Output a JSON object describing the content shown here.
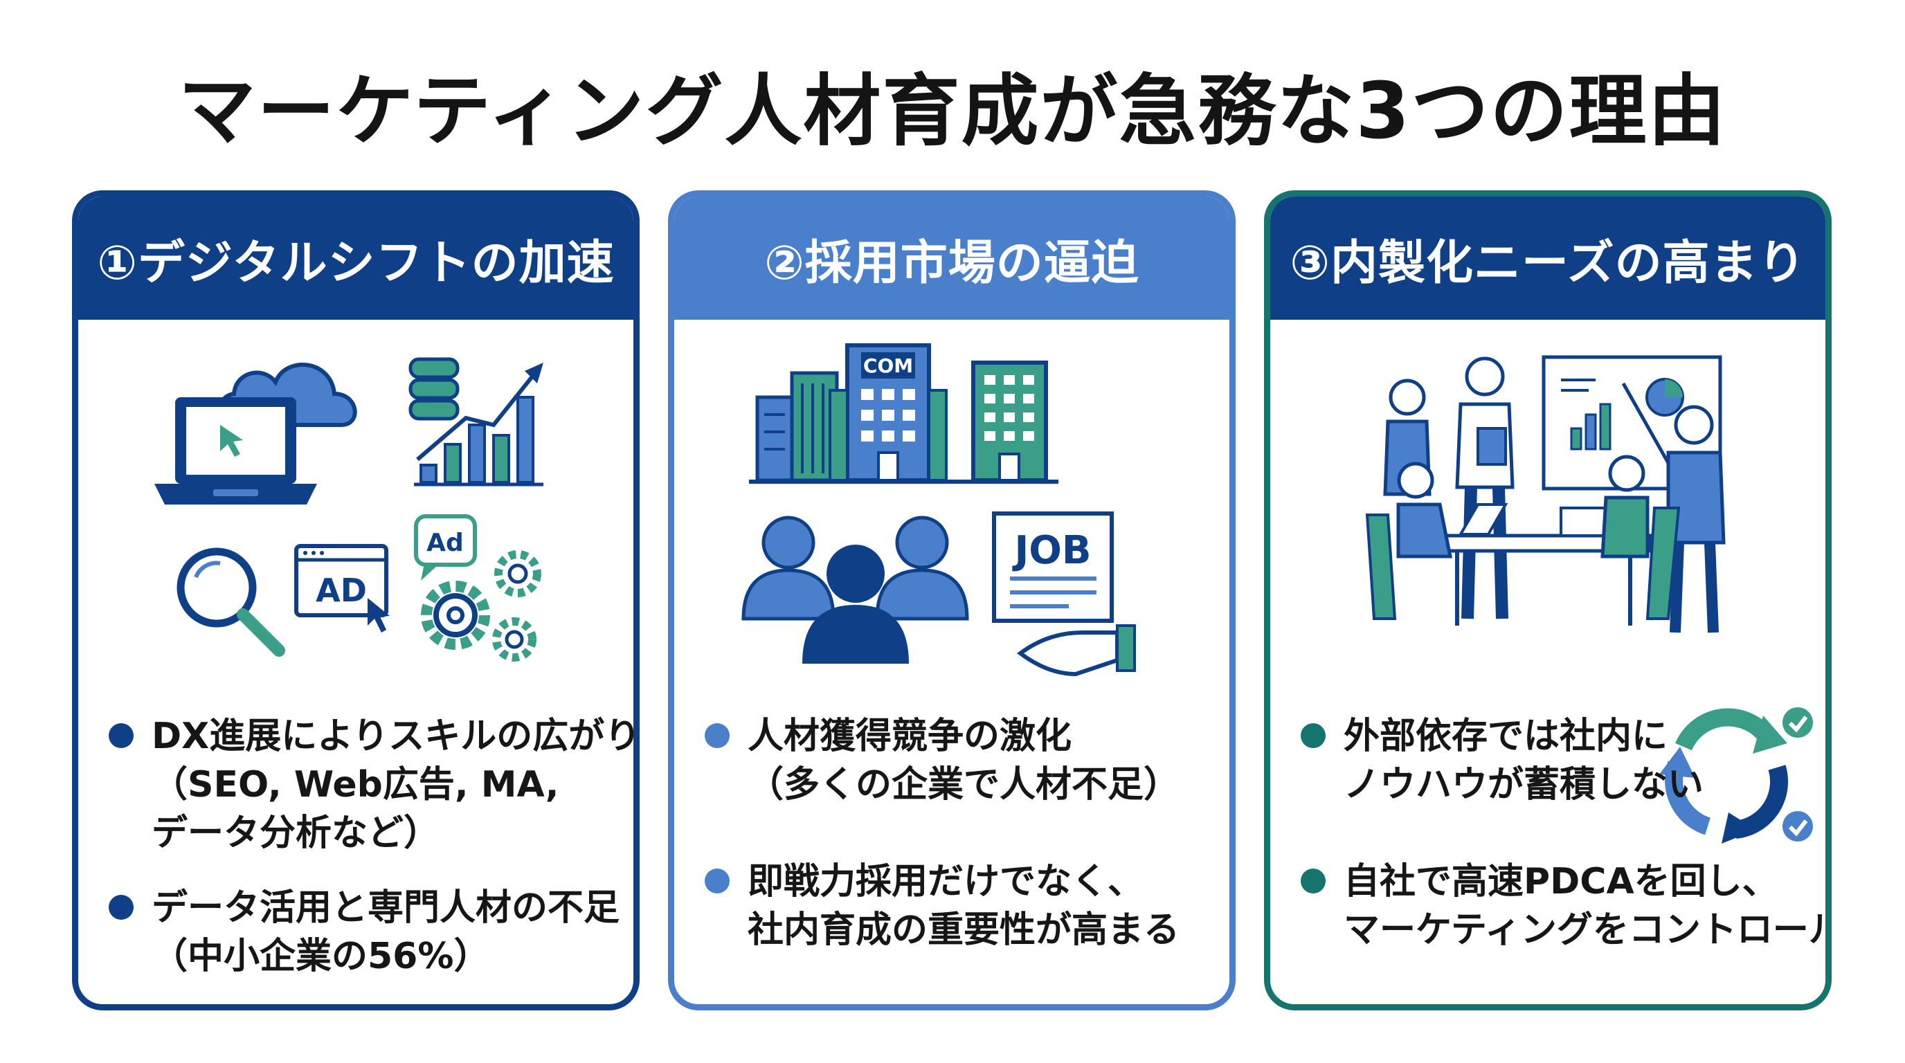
{
  "title": "マーケティング人材育成が急務な3つの理由",
  "colors": {
    "navy": "#0f3f86",
    "blue": "#4a7fcc",
    "teal": "#3a9e88",
    "dark_teal": "#16746f"
  },
  "cards": [
    {
      "header": "①デジタルシフトの加速",
      "icons": [
        "laptop-icon",
        "cloud-icon",
        "database-icon",
        "growth-chart-icon",
        "search-icon",
        "ad-window-icon",
        "ad-speech-bubble-icon",
        "gears-icon"
      ],
      "illustration_text": {
        "ad_window": "AD",
        "ad_bubble": "Ad"
      },
      "bullets": [
        {
          "lines": [
            "DX進展によりスキルの広がり",
            "（SEO, Web広告, MA,",
            "データ分析など）"
          ]
        },
        {
          "lines": [
            "データ活用と専門人材の不足",
            "（中小企業の56%）"
          ]
        }
      ]
    },
    {
      "header": "②採用市場の逼迫",
      "icons": [
        "office-buildings-icon",
        "people-group-icon",
        "job-offer-icon"
      ],
      "illustration_text": {
        "building_sign": "COM",
        "job_sheet": "JOB"
      },
      "bullets": [
        {
          "lines": [
            "人材獲得競争の激化",
            "（多くの企業で人材不足）"
          ]
        },
        {
          "lines": [
            "即戦力採用だけでなく、",
            "社内育成の重要性が高まる"
          ]
        }
      ]
    },
    {
      "header": "③内製化ニーズの高まり",
      "icons": [
        "team-meeting-icon",
        "presentation-board-icon",
        "cycle-arrows-icon",
        "check-icon"
      ],
      "bullets": [
        {
          "lines": [
            "外部依存では社内に",
            "ノウハウが蓄積しない"
          ]
        },
        {
          "lines": [
            "自社で高速PDCAを回し、",
            "マーケティングをコントロール"
          ]
        }
      ]
    }
  ]
}
